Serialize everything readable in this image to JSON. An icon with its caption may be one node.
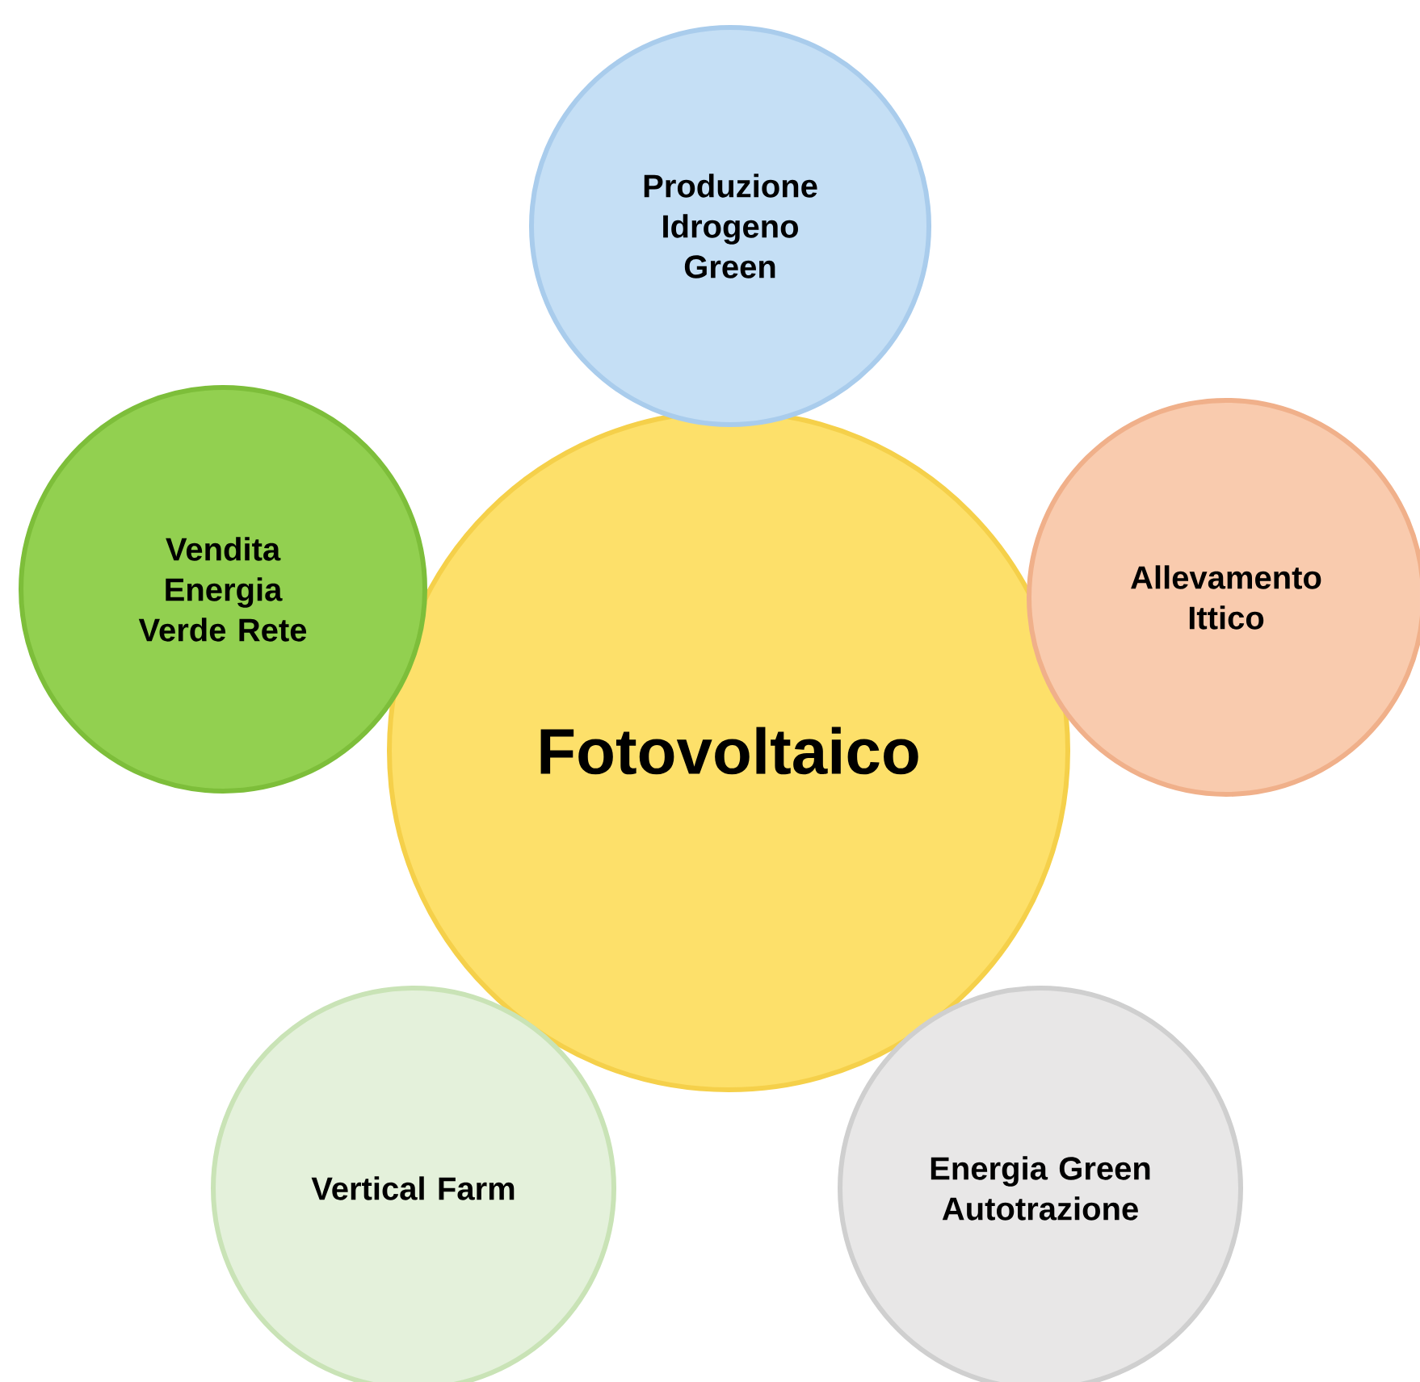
{
  "diagram": {
    "nodes": [
      {
        "text": [
          "Fotovoltaico"
        ]
      },
      {
        "text": [
          "Produzione Idrogeno Green"
        ]
      },
      {
        "text": [
          "Allevamento Ittico"
        ]
      },
      {
        "text": [
          "Energia Green Autotrazione"
        ]
      },
      {
        "text": [
          "Vertical Farm"
        ]
      },
      {
        "text": [
          "Vendita Energia Verde Rete"
        ]
      }
    ]
  }
}
